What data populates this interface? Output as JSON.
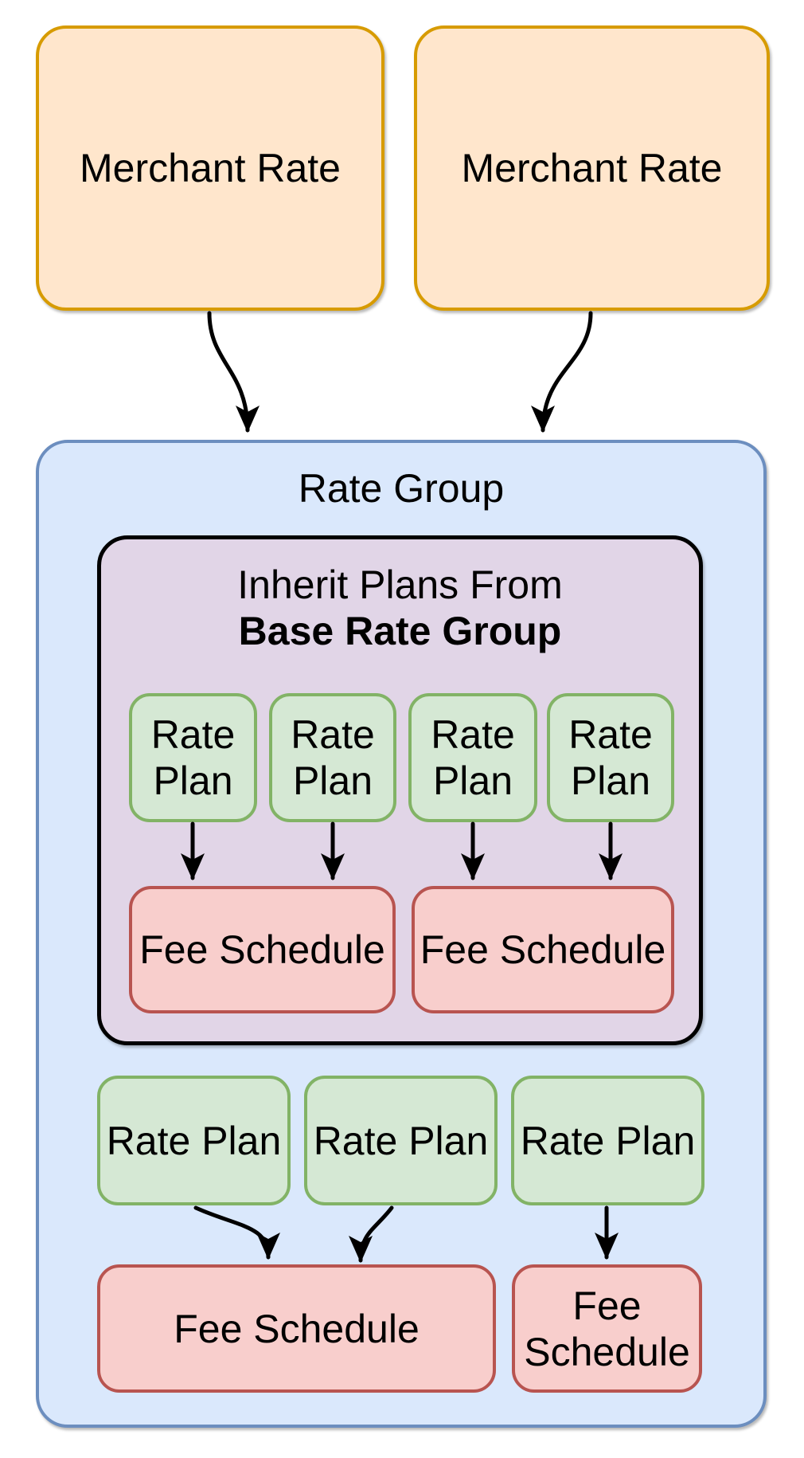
{
  "colors": {
    "background": "#FFFFFF",
    "text": "#000000",
    "arrow": "#000000",
    "merchant_fill": "#FFE6CC",
    "merchant_stroke": "#D79B00",
    "rate_group_fill": "#DAE8FC",
    "rate_group_stroke": "#6C8EBF",
    "inherit_fill": "#E1D5E7",
    "inherit_stroke": "#000000",
    "rate_plan_fill": "#D5E8D4",
    "rate_plan_stroke": "#82B366",
    "fee_schedule_fill": "#F8CECC",
    "fee_schedule_stroke": "#B85450"
  },
  "nodes": {
    "merchant_rates": [
      {
        "label": "Merchant Rate"
      },
      {
        "label": "Merchant Rate"
      }
    ],
    "rate_group": {
      "title": "Rate Group"
    },
    "inherit_group": {
      "title_line1": "Inherit Plans From",
      "title_line2": "Base Rate Group"
    },
    "inherited_rate_plans": [
      {
        "label": "Rate\nPlan"
      },
      {
        "label": "Rate\nPlan"
      },
      {
        "label": "Rate\nPlan"
      },
      {
        "label": "Rate\nPlan"
      }
    ],
    "inherited_fee_schedules": [
      {
        "label": "Fee Schedule"
      },
      {
        "label": "Fee Schedule"
      }
    ],
    "rate_plans": [
      {
        "label": "Rate Plan"
      },
      {
        "label": "Rate Plan"
      },
      {
        "label": "Rate Plan"
      }
    ],
    "fee_schedules": [
      {
        "label": "Fee Schedule"
      },
      {
        "label": "Fee\nSchedule"
      }
    ]
  }
}
